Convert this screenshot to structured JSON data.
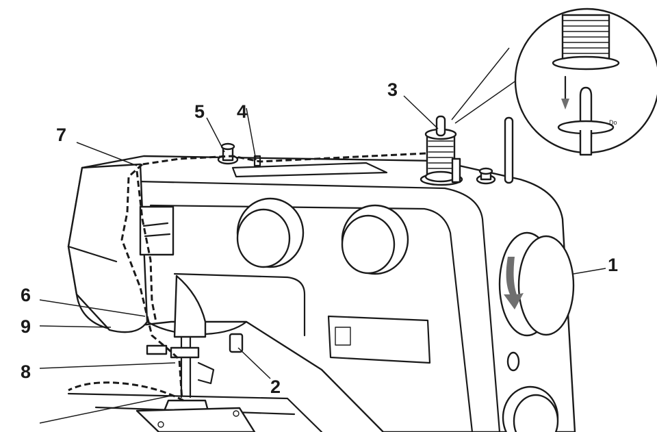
{
  "callouts": [
    {
      "id": "1",
      "text": "1"
    },
    {
      "id": "2",
      "text": "2"
    },
    {
      "id": "3",
      "text": "3"
    },
    {
      "id": "4",
      "text": "4"
    },
    {
      "id": "5",
      "text": "5"
    },
    {
      "id": "6",
      "text": "6"
    },
    {
      "id": "7",
      "text": "7"
    },
    {
      "id": "8",
      "text": "8"
    },
    {
      "id": "9",
      "text": "9"
    }
  ],
  "inset": {
    "pin_label": "Do"
  }
}
